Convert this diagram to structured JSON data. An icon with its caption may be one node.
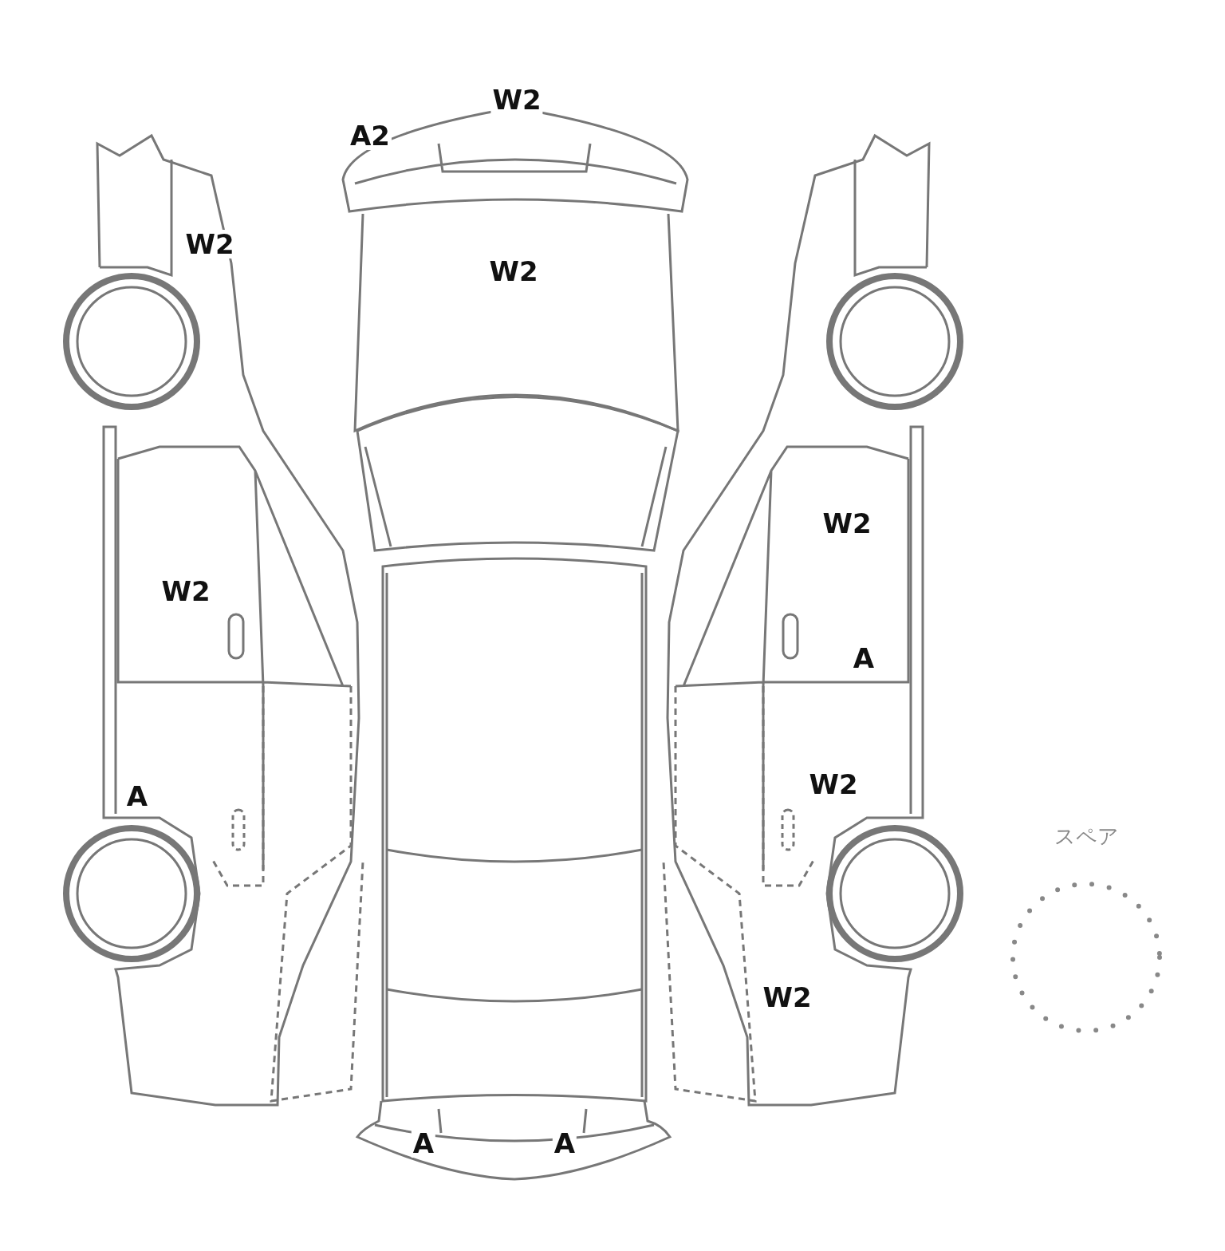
{
  "diagram": {
    "nodes": [
      {
        "text": [
          "スペア"
        ]
      }
    ],
    "labels": [
      "W2",
      "A2",
      "W2",
      "W2",
      "W2",
      "W2",
      "A",
      "W2",
      "A",
      "W2",
      "A",
      "A"
    ]
  }
}
